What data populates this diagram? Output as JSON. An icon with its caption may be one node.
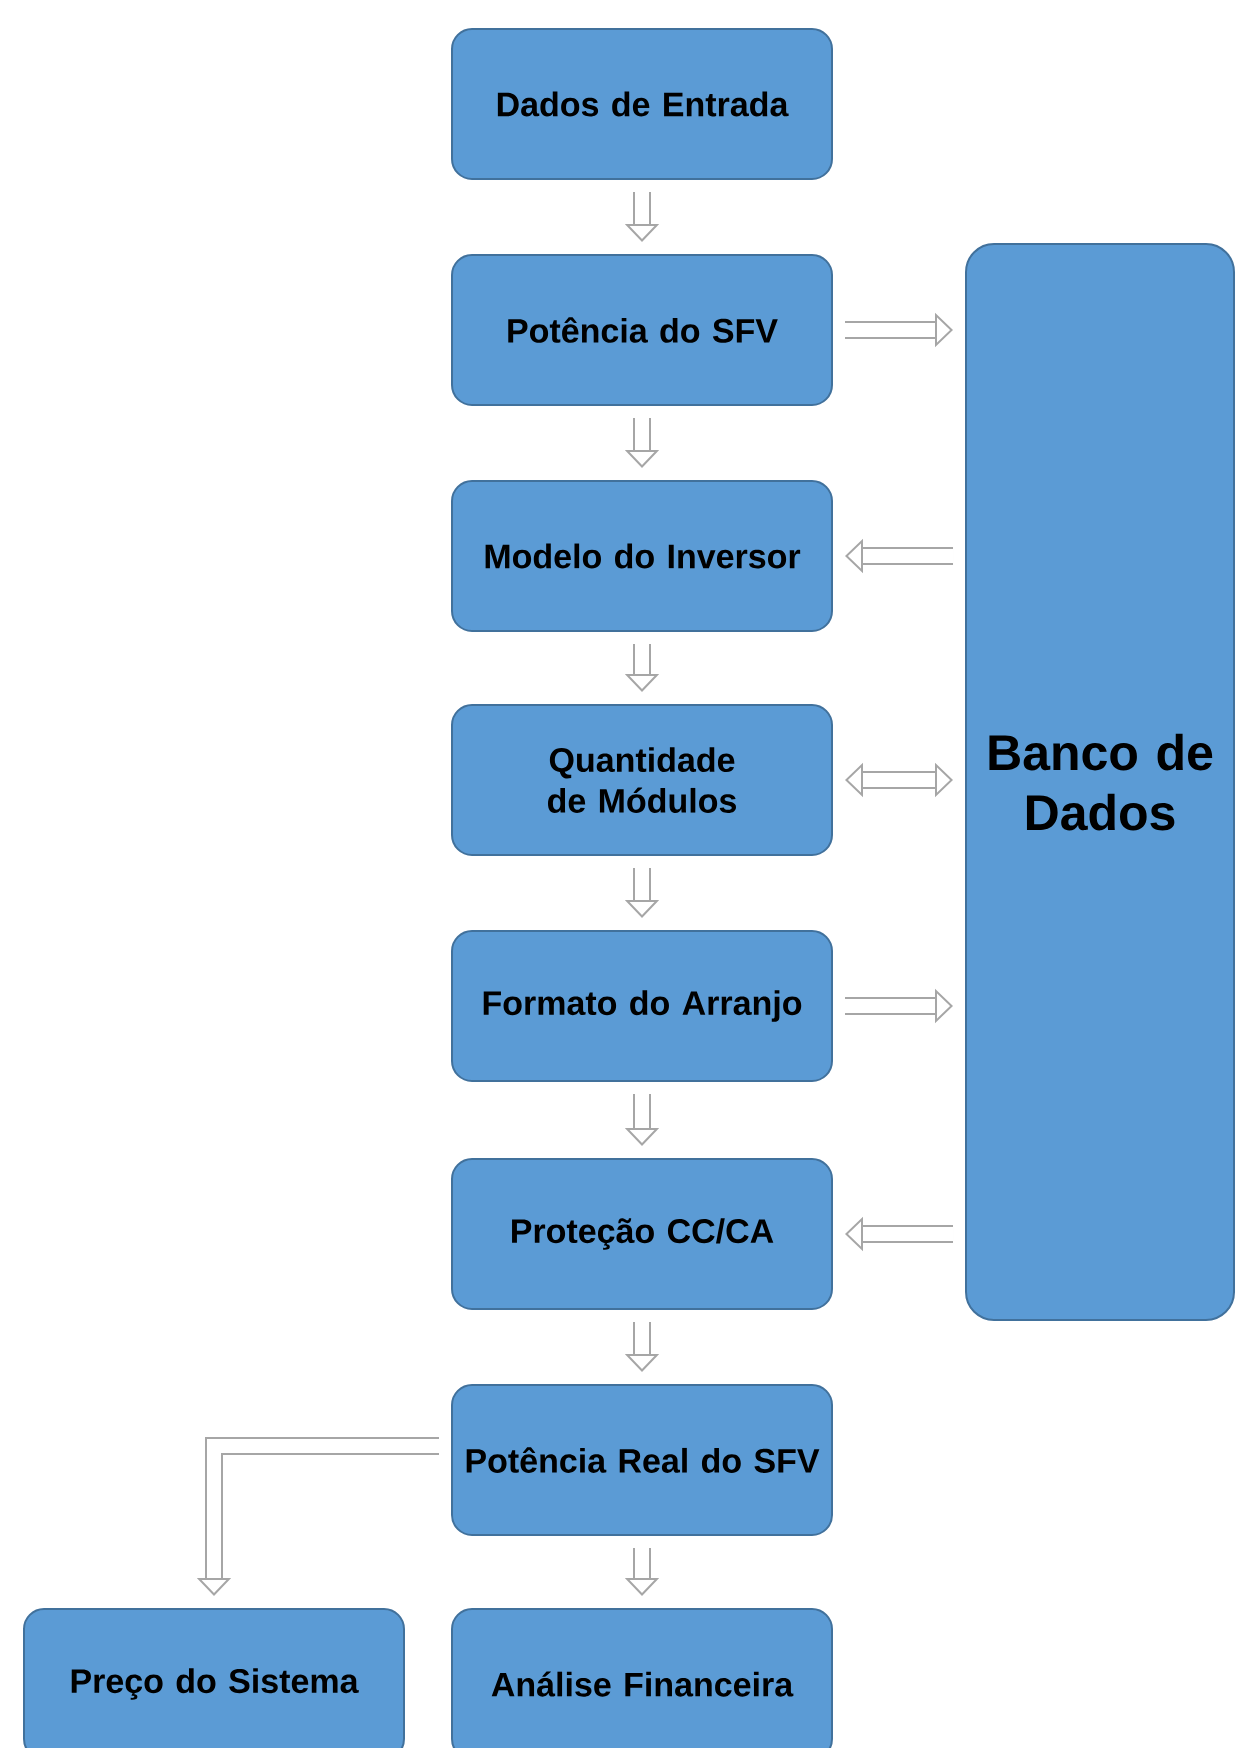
{
  "diagram": {
    "nodes": [
      {
        "text": [
          "Dados de Entrada"
        ]
      },
      {
        "text": [
          "Potência do SFV"
        ]
      },
      {
        "text": [
          "Modelo do Inversor"
        ]
      },
      {
        "text": [
          "Quantidade de Módulos"
        ]
      },
      {
        "text": [
          "Formato do Arranjo"
        ]
      },
      {
        "text": [
          "Proteção CC/CA"
        ]
      },
      {
        "text": [
          "Potência Real do SFV"
        ]
      },
      {
        "text": [
          "Banco de Dados"
        ]
      },
      {
        "text": [
          "Preço do Sistema"
        ]
      },
      {
        "text": [
          "Análise Financeira"
        ]
      }
    ],
    "edges": [
      {
        "from": 0,
        "to": 1,
        "arrow": "to"
      },
      {
        "from": 1,
        "to": 7,
        "arrow": "to"
      },
      {
        "from": 1,
        "to": 2,
        "arrow": "to"
      },
      {
        "from": 7,
        "to": 2,
        "arrow": "to"
      },
      {
        "from": 2,
        "to": 3,
        "arrow": "to"
      },
      {
        "from": 3,
        "to": 7,
        "arrow": "both"
      },
      {
        "from": 3,
        "to": 4,
        "arrow": "to"
      },
      {
        "from": 4,
        "to": 7,
        "arrow": "to"
      },
      {
        "from": 4,
        "to": 5,
        "arrow": "to"
      },
      {
        "from": 7,
        "to": 5,
        "arrow": "to"
      },
      {
        "from": 5,
        "to": 6,
        "arrow": "to"
      },
      {
        "from": 6,
        "to": 8,
        "arrow": "to"
      },
      {
        "from": 6,
        "to": 9,
        "arrow": "to"
      }
    ]
  }
}
